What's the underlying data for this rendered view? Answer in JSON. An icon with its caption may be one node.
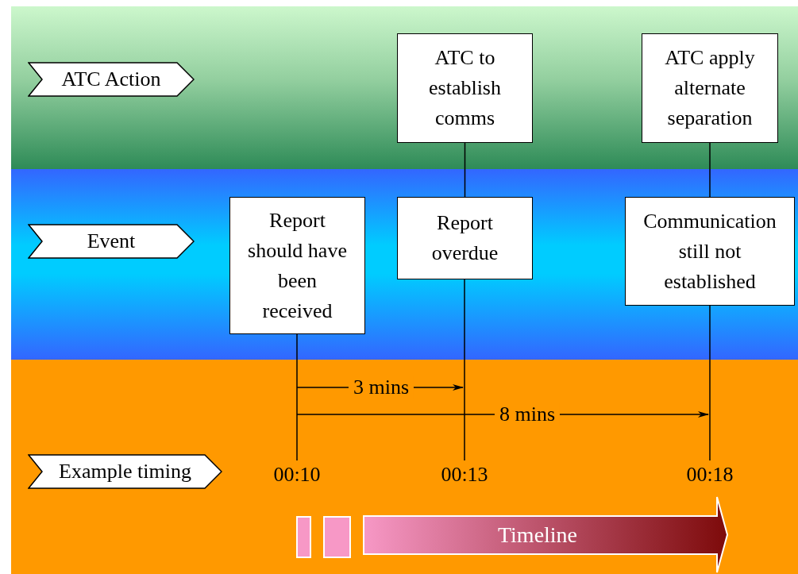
{
  "diagram": {
    "nodes": [
      {
        "text": [
          "ATC Action"
        ]
      },
      {
        "text": [
          "ATC to establish comms"
        ]
      },
      {
        "text": [
          "ATC apply alternate separation"
        ]
      },
      {
        "text": [
          "Event"
        ]
      },
      {
        "text": [
          "Report should have been received"
        ]
      },
      {
        "text": [
          "Report overdue"
        ]
      },
      {
        "text": [
          "Communication still not established"
        ]
      },
      {
        "text": [
          "Example timing"
        ]
      },
      {
        "text": [
          "00:10"
        ]
      },
      {
        "text": [
          "00:13"
        ]
      },
      {
        "text": [
          "00:18"
        ]
      },
      {
        "text": [],
        "shape": "bar"
      },
      {
        "text": [],
        "shape": "bar"
      },
      {
        "text": [
          "Timeline"
        ]
      }
    ],
    "edges": [
      {
        "from": 1,
        "to": 5,
        "arrow": "none"
      },
      {
        "from": 5,
        "to": 9,
        "arrow": "none"
      },
      {
        "from": 4,
        "to": 8,
        "arrow": "none"
      },
      {
        "from": 2,
        "to": 6,
        "arrow": "none"
      },
      {
        "from": 6,
        "to": 10,
        "arrow": "none"
      }
    ],
    "labels": [
      "3 mins",
      "8 mins"
    ]
  }
}
